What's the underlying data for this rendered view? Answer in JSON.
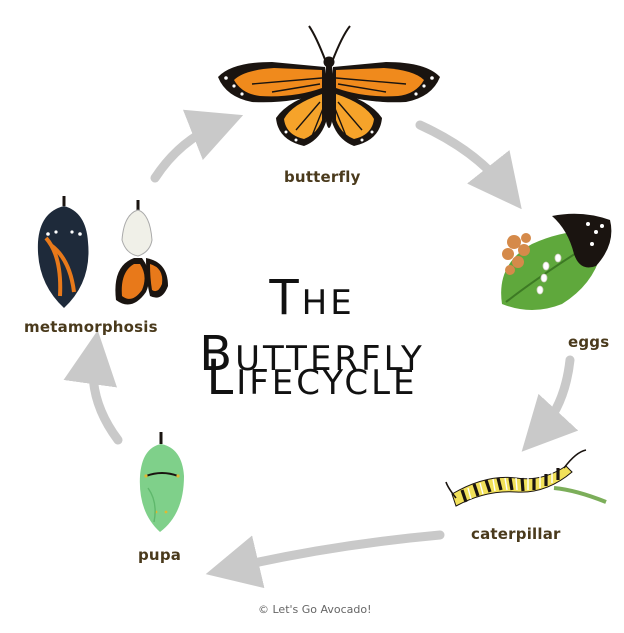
{
  "title": {
    "line1": "The Butterfly",
    "line2": "Lifecycle"
  },
  "stages": {
    "butterfly": "butterfly",
    "eggs": "eggs",
    "caterpillar": "caterpillar",
    "pupa": "pupa",
    "metamorphosis": "metamorphosis"
  },
  "credit": "© Let's Go Avocado!",
  "colors": {
    "arrow": "#c9c9c9",
    "label": "#4a3a1c",
    "wing_orange": "#f08a1c",
    "wing_black": "#1a1410",
    "leaf_green": "#5fa83c",
    "pupa_green": "#7fd08a"
  }
}
